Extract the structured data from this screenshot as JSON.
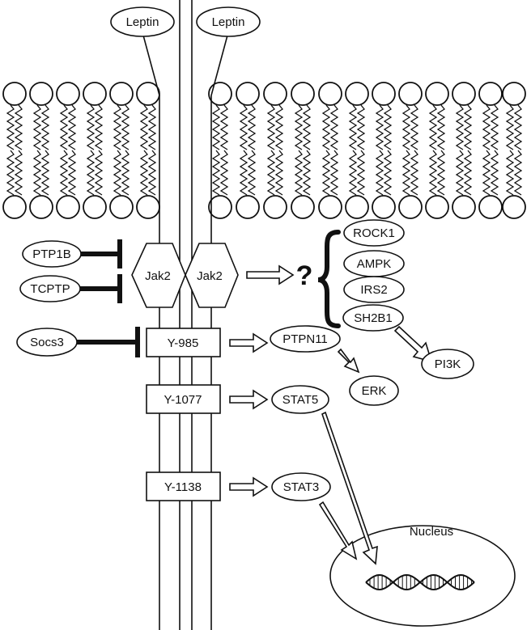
{
  "ligands": [
    "Leptin",
    "Leptin"
  ],
  "kinases": [
    "Jak2",
    "Jak2"
  ],
  "inhibitors": {
    "jak_inhibitors": [
      "PTP1B",
      "TCPTP"
    ],
    "y985_inhibitor": "Socs3"
  },
  "unknown_mark": "?",
  "jak2_effectors": [
    "ROCK1",
    "AMPK",
    "IRS2",
    "SH2B1"
  ],
  "sh2b1_target": "PI3K",
  "phosphosites": [
    {
      "site": "Y-985",
      "effector": "PTPN11",
      "downstream": "ERK"
    },
    {
      "site": "Y-1077",
      "effector": "STAT5"
    },
    {
      "site": "Y-1138",
      "effector": "STAT3"
    }
  ],
  "nucleus_label": "Nucleus"
}
